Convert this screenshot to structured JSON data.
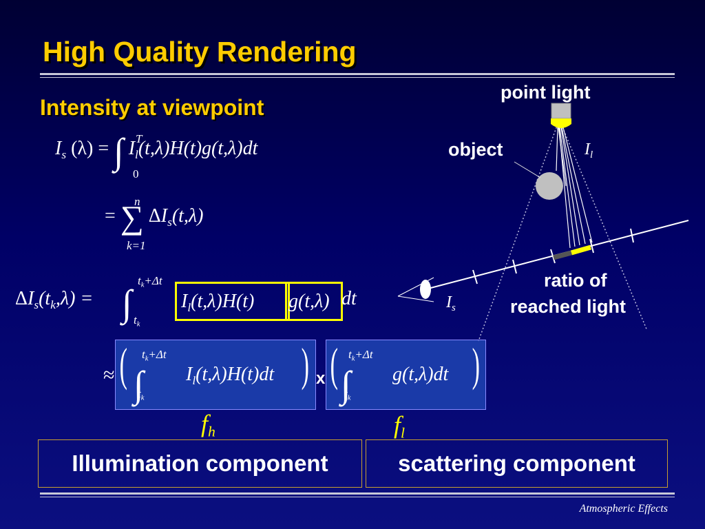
{
  "title": "High Quality Rendering",
  "subtitle": "Intensity at viewpoint",
  "eq1": {
    "lhs_I": "I",
    "lhs_sub": "s",
    "lhs_arg": "(λ) =",
    "upper": "T",
    "lower": "0",
    "body_I": "I",
    "body_sub": "l",
    "body_rest": "(t,λ)H(t)g(t,λ)dt"
  },
  "eq2": {
    "prefix": "=",
    "upper": "n",
    "lower": "k=1",
    "delta": "Δ",
    "I": "I",
    "sub": "s",
    "arg": "(t,λ)"
  },
  "eq3": {
    "delta": "Δ",
    "I": "I",
    "sub": "s",
    "arg_open": "(t",
    "arg_k": "k",
    "arg_close": ",λ) =",
    "upper": "t",
    "upper_k": "k",
    "upper_rest": "+Δt",
    "lower": "t",
    "lower_k": "k",
    "box1_I": "I",
    "box1_sub": "l",
    "box1_rest": "(t,λ)H(t)",
    "box2": "g(t,λ)",
    "tail": "dt"
  },
  "eq4": {
    "approx": "≈",
    "upper": "t",
    "upper_k": "k",
    "upper_rest": "+Δt",
    "lower": "t",
    "lower_k": "k",
    "left_I": "I",
    "left_sub": "l",
    "left_rest": "(t,λ)H(t)dt",
    "times": "x",
    "right": "g(t,λ)dt"
  },
  "f_labels": {
    "fh": "f",
    "fh_sub": "h",
    "fl": "f",
    "fl_sub": "l"
  },
  "components": {
    "illumination": "Illumination component",
    "scattering": "scattering component"
  },
  "diagram": {
    "point_light": "point light",
    "object": "object",
    "Il": "I",
    "Il_sub": "l",
    "Is": "I",
    "Is_sub": "s",
    "ratio_line1": "ratio of",
    "ratio_line2": "reached light"
  },
  "footer": "Atmospheric Effects",
  "colors": {
    "title": "#ffcc00",
    "highlight": "#ffff00",
    "background": "#000044",
    "box_fill": "#1a3aa8"
  }
}
